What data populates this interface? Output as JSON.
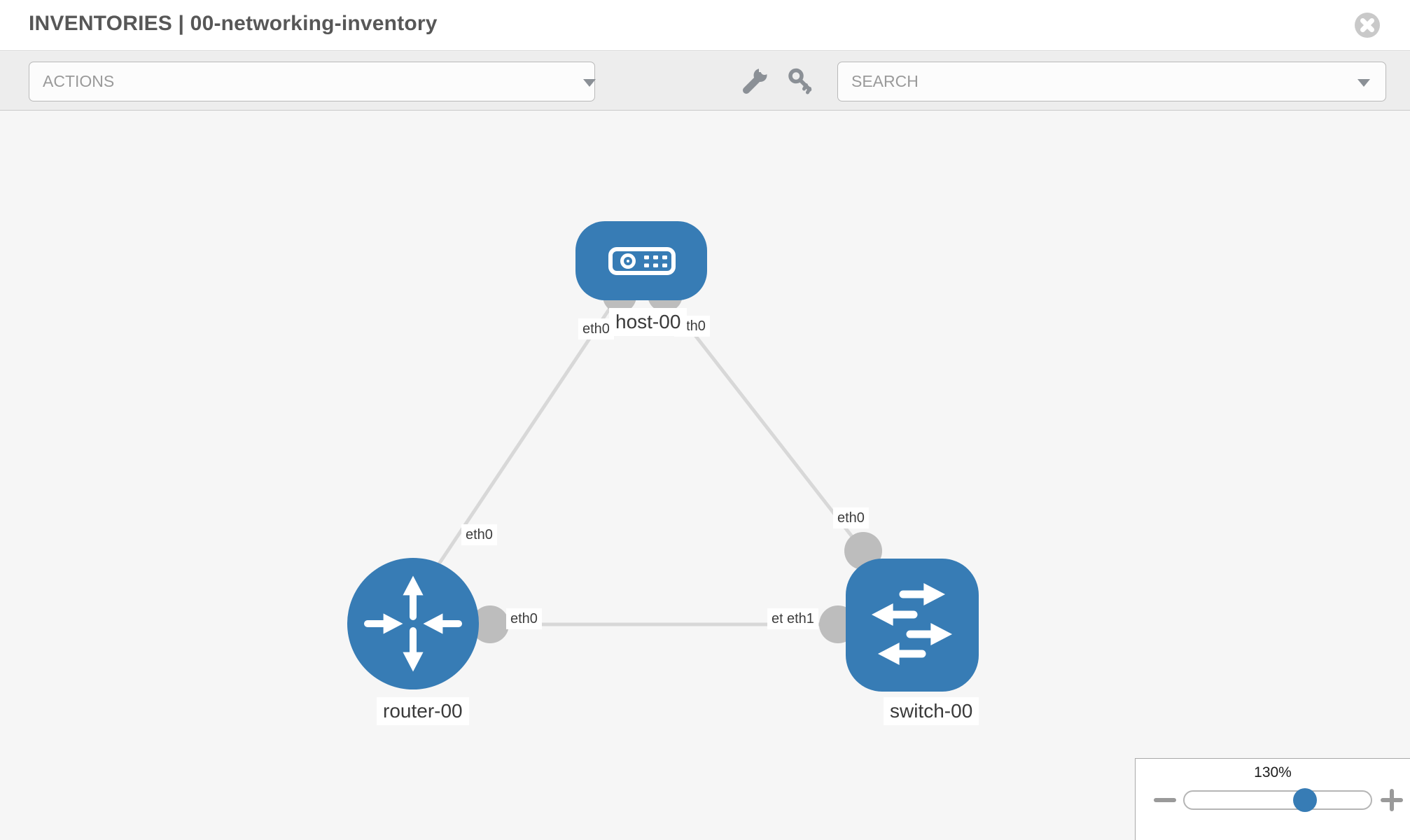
{
  "header": {
    "title": "INVENTORIES | 00-networking-inventory"
  },
  "toolbar": {
    "actions_label": "ACTIONS",
    "search_label": "SEARCH",
    "icons": [
      "wrench-icon",
      "key-icon"
    ]
  },
  "topology": {
    "nodes": [
      {
        "id": "host-00",
        "type": "host",
        "label": "host-00"
      },
      {
        "id": "router-00",
        "type": "router",
        "label": "router-00"
      },
      {
        "id": "switch-00",
        "type": "switch",
        "label": "switch-00"
      }
    ],
    "links": [
      {
        "from": "host-00",
        "from_interface": "eth0",
        "to": "router-00",
        "to_interface": "eth0"
      },
      {
        "from": "host-00",
        "from_interface": "eth0",
        "to": "switch-00",
        "to_interface": "eth0"
      },
      {
        "from": "router-00",
        "from_interface": "eth0",
        "to": "switch-00",
        "to_interface": "eth1"
      }
    ],
    "interface_chips": {
      "host_left": "eth0",
      "host_right": "eth0",
      "router_top": "eth0",
      "switch_top": "eth0",
      "router_right": "eth0",
      "switch_under": "eth0",
      "switch_over": "eth1"
    }
  },
  "zoom_control": {
    "level": "130%"
  },
  "colors": {
    "node_blue": "#377cb5",
    "link_gray": "#d8d8d8",
    "interface_gray": "#bdbdbd",
    "toolbar_bg": "#ededed",
    "icon_gray": "#8b9096",
    "title_gray": "#575757"
  }
}
